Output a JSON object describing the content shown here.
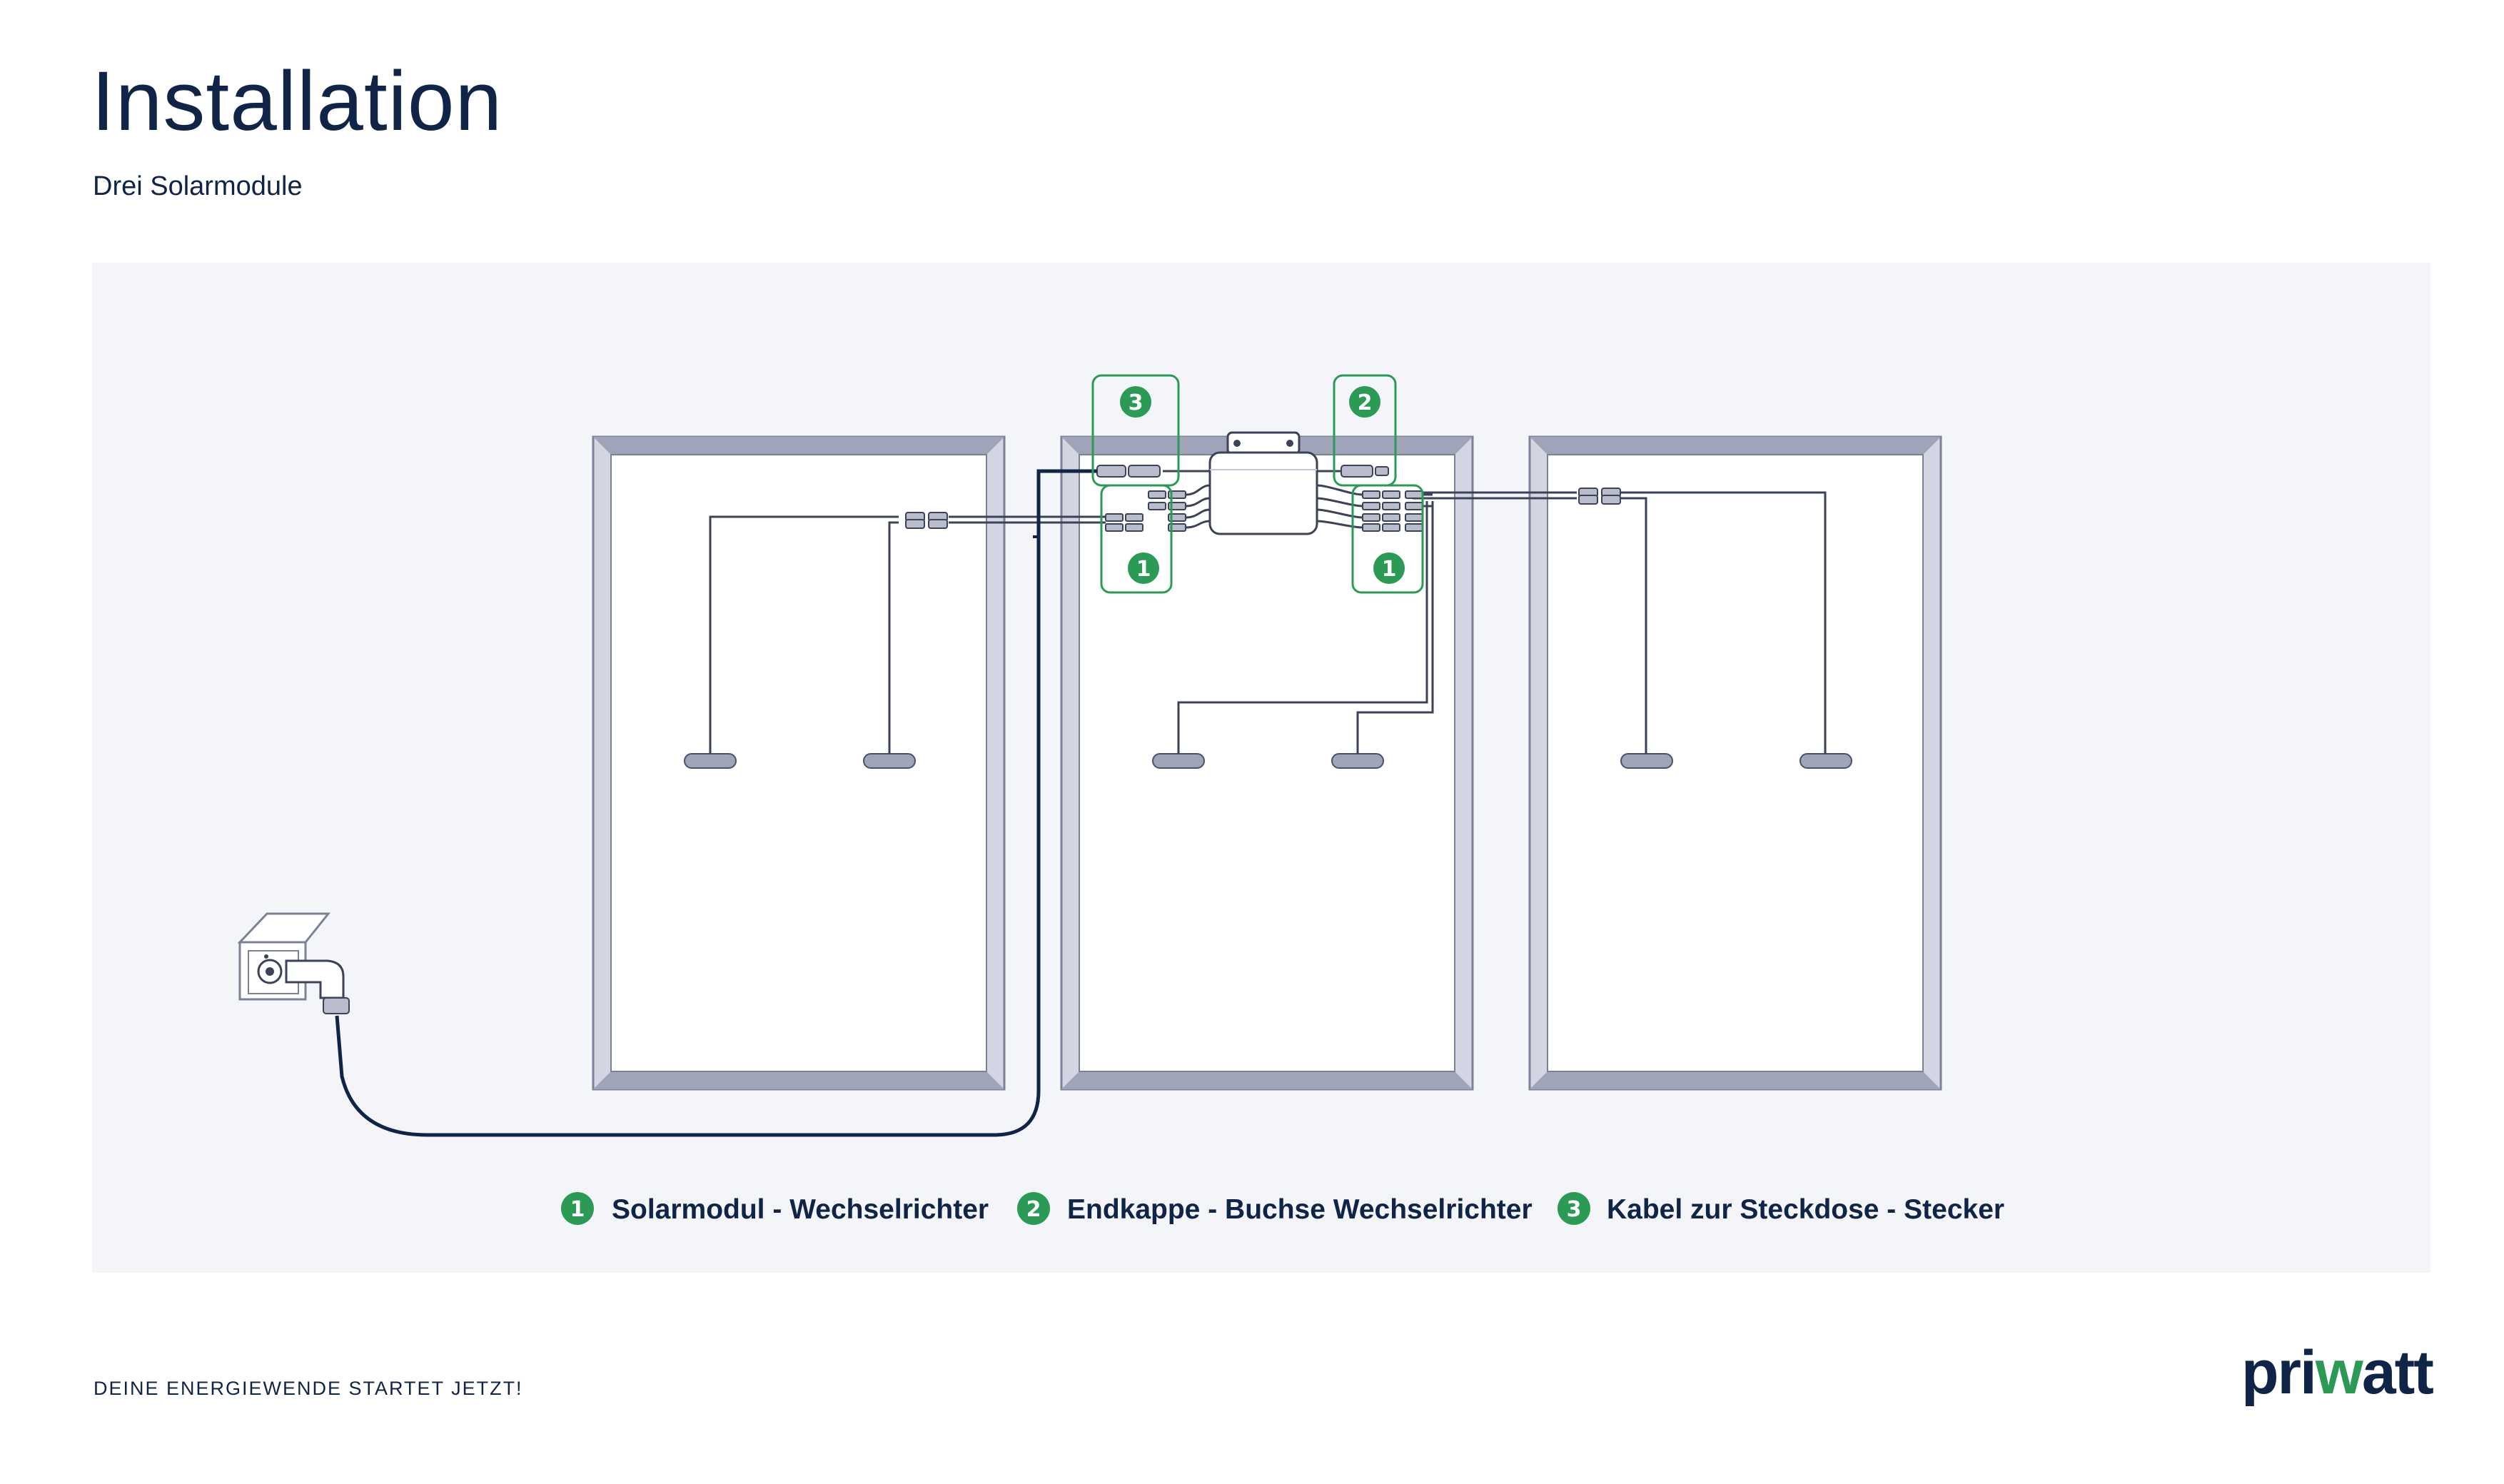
{
  "header": {
    "title": "Installation",
    "subtitle": "Drei Solarmodule"
  },
  "diagram": {
    "badges": [
      {
        "number": "3"
      },
      {
        "number": "2"
      },
      {
        "number": "1"
      },
      {
        "number": "1"
      }
    ],
    "legend": [
      {
        "number": "1",
        "label": "Solarmodul - Wechselrichter"
      },
      {
        "number": "2",
        "label": "Endkappe - Buchse Wechselrichter"
      },
      {
        "number": "3",
        "label": "Kabel zur Steckdose - Stecker"
      }
    ]
  },
  "footer": {
    "tagline": "DEINE ENERGIEWENDE STARTET JETZT!",
    "logo_part1": "pri",
    "logo_part2": "w",
    "logo_part3": "att"
  },
  "colors": {
    "navy": "#0f2447",
    "accent_green": "#2a9a55",
    "panel_background": "#f4f5f8"
  }
}
